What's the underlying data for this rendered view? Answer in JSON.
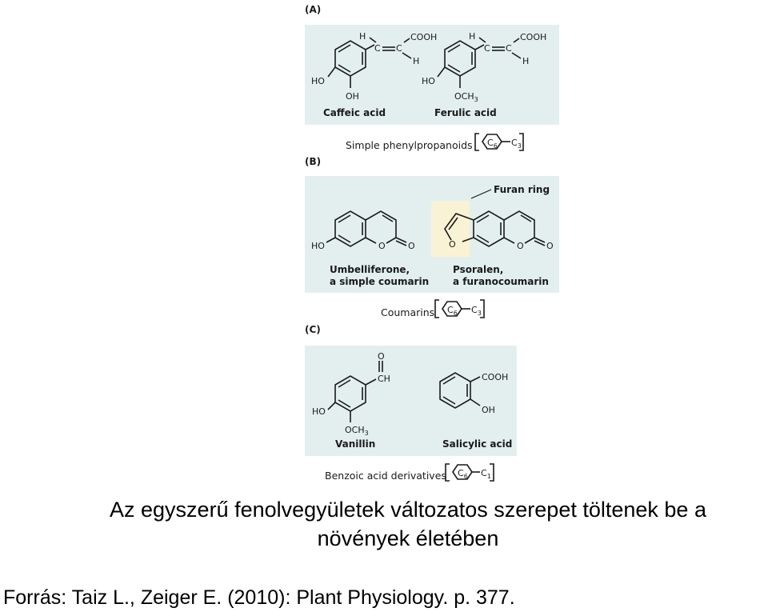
{
  "figure": {
    "colors": {
      "panel_bg": "#e3efef",
      "furan_highlight": "#faf2d4",
      "ink": "#1a1a1a"
    },
    "panel_a": {
      "letter": "(A)",
      "compounds": [
        {
          "name": "Caffeic acid",
          "atoms": [
            "H",
            "C",
            "C",
            "COOH",
            "H",
            "HO",
            "OH"
          ]
        },
        {
          "name": "Ferulic acid",
          "atoms": [
            "H",
            "C",
            "C",
            "COOH",
            "H",
            "HO",
            "OCH3"
          ]
        }
      ],
      "class_label": "Simple phenylpropanoids",
      "skeleton": [
        "C6",
        "C3"
      ]
    },
    "panel_b": {
      "letter": "(B)",
      "furan_label": "Furan ring",
      "compounds": [
        {
          "name_line1": "Umbelliferone,",
          "name_line2": "a simple coumarin",
          "atoms": [
            "HO",
            "O",
            "O"
          ]
        },
        {
          "name_line1": "Psoralen,",
          "name_line2": "a furanocoumarin",
          "atoms": [
            "O",
            "O",
            "O"
          ]
        }
      ],
      "class_label": "Coumarins",
      "skeleton": [
        "C6",
        "C3"
      ]
    },
    "panel_c": {
      "letter": "(C)",
      "compounds": [
        {
          "name": "Vanillin",
          "atoms": [
            "O",
            "CH",
            "HO",
            "OCH3"
          ]
        },
        {
          "name": "Salicylic acid",
          "atoms": [
            "COOH",
            "OH"
          ]
        }
      ],
      "class_label": "Benzoic acid derivatives",
      "skeleton": [
        "C6",
        "C1"
      ]
    }
  },
  "caption": {
    "line1": "Az egyszerű fenolvegyületek változatos szerepet töltenek be a",
    "line2": "növények életében"
  },
  "source": "Forrás: Taiz L., Zeiger E. (2010): Plant Physiology. p. 377."
}
